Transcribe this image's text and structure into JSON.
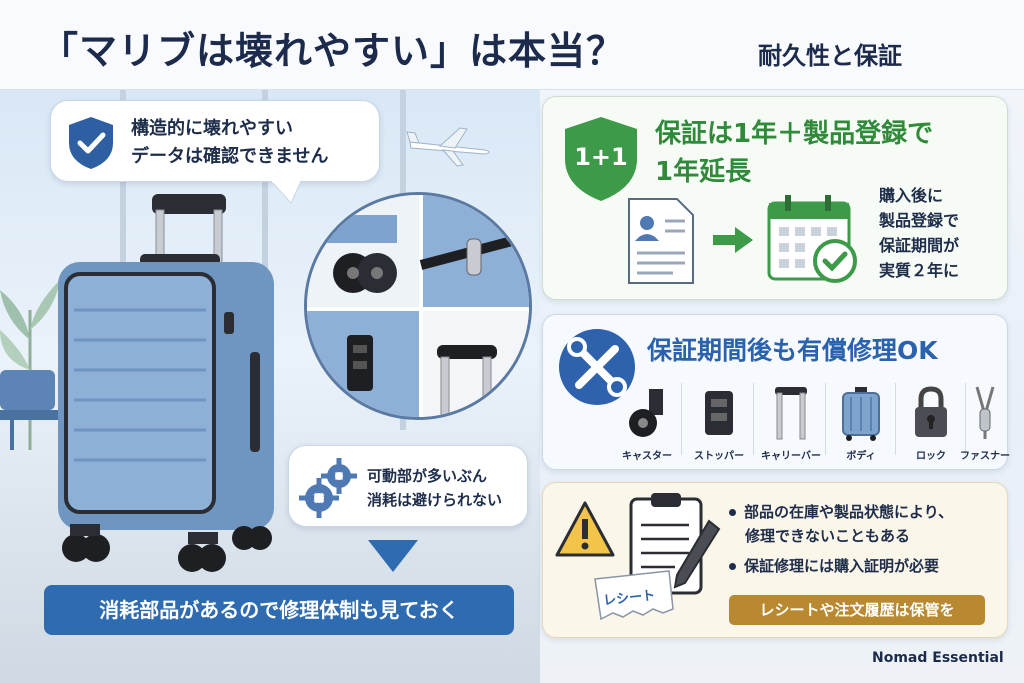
{
  "header": {
    "title": "「マリブは壊れやすい」は本当？",
    "subtitle": "耐久性と保証"
  },
  "left": {
    "bubble_top": {
      "line1": "構造的に壊れやすい",
      "line2": "データは確認できません"
    },
    "bubble_mid": {
      "line1": "可動部が多いぶん",
      "line2": "消耗は避けられない"
    },
    "bottom_bar": "消耗部品があるので修理体制も見ておく"
  },
  "warranty": {
    "badge": "1+1",
    "title_line1": "保証は1年＋製品登録で",
    "title_line2": "1年延長",
    "note": [
      "購入後に",
      "製品登録で",
      "保証期間が",
      "実質２年に"
    ]
  },
  "repair": {
    "title": "保証期間後も有償修理OK",
    "parts": [
      {
        "label": "キャスター",
        "icon": "caster-icon"
      },
      {
        "label": "ストッパー",
        "icon": "stopper-icon"
      },
      {
        "label": "キャリーバー",
        "icon": "carry-bar-icon"
      },
      {
        "label": "ボディ",
        "icon": "suitcase-body-icon"
      },
      {
        "label": "ロック",
        "icon": "padlock-icon"
      },
      {
        "label": "ファスナー",
        "icon": "zipper-icon"
      }
    ]
  },
  "caution": {
    "bullets": [
      "部品の在庫や製品状態により、",
      "修理できないこともある",
      "保証修理には購入証明が必要"
    ],
    "receipt_label": "レシート",
    "bar": "レシートや注文履歴は保管を"
  },
  "brand": "Nomad Essential",
  "colors": {
    "navy": "#1c2b4c",
    "green": "#2f8a3a",
    "blue": "#2b62ad",
    "gold": "#b88930",
    "suitcase": "#7ea3cc"
  }
}
